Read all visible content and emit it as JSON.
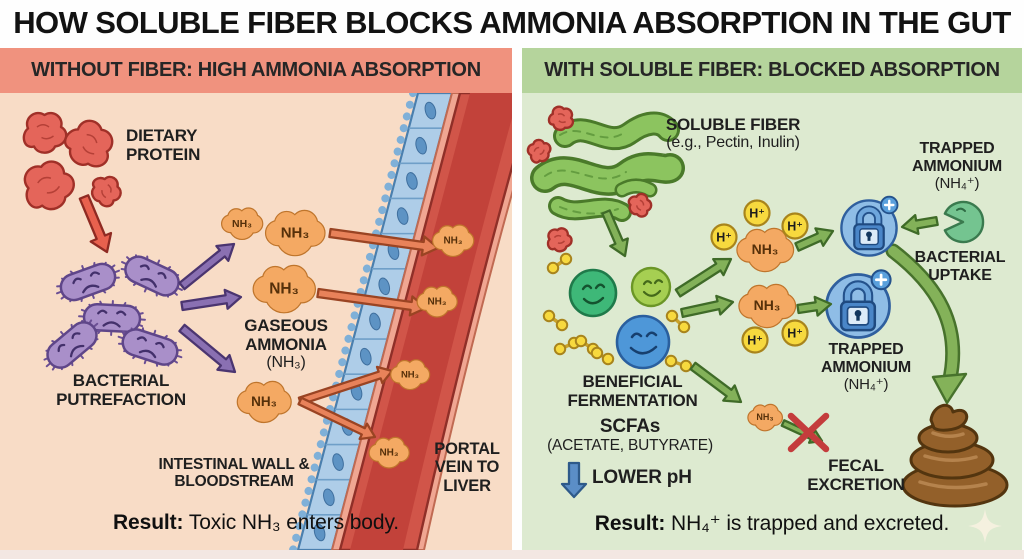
{
  "title": "HOW SOLUBLE FIBER BLOCKS AMMONIA ABSORPTION IN THE GUT",
  "left_panel": {
    "header": "WITHOUT FIBER: HIGH AMMONIA ABSORPTION",
    "labels": {
      "dietary_protein": "DIETARY PROTEIN",
      "bacterial_putrefaction": "BACTERIAL PUTREFACTION",
      "gaseous_ammonia": "GASEOUS AMMONIA",
      "gaseous_ammonia_formula": "(NH₃)",
      "intestinal_wall": "INTESTINAL WALL & BLOODSTREAM",
      "portal_vein": "PORTAL VEIN TO LIVER",
      "nh3": "NH₃"
    },
    "result": {
      "label": "Result:",
      "text": "Toxic NH₃ enters body."
    },
    "colors": {
      "header_bg": "#f0927e",
      "body_bg": "#f8dcc6"
    }
  },
  "right_panel": {
    "header": "WITH SOLUBLE FIBER: BLOCKED ABSORPTION",
    "labels": {
      "soluble_fiber": "SOLUBLE FIBER",
      "soluble_fiber_examples": "(e.g., Pectin, Inulin)",
      "trapped_ammonium": "TRAPPED AMMONIUM",
      "trapped_ammonium_formula": "(NH₄⁺)",
      "bacterial_uptake": "BACTERIAL UPTAKE",
      "beneficial_fermentation": "BENEFICIAL FERMENTATION",
      "scfas": "SCFAs",
      "scfas_examples": "(ACETATE, BUTYRATE)",
      "lower_ph": "LOWER pH",
      "fecal_excretion": "FECAL EXCRETION",
      "nh3": "NH₃",
      "h_plus": "H⁺"
    },
    "result": {
      "label": "Result:",
      "text": "NH₄⁺ is trapped and excreted."
    },
    "colors": {
      "header_bg": "#b5d49c",
      "body_bg": "#ddead0"
    }
  }
}
